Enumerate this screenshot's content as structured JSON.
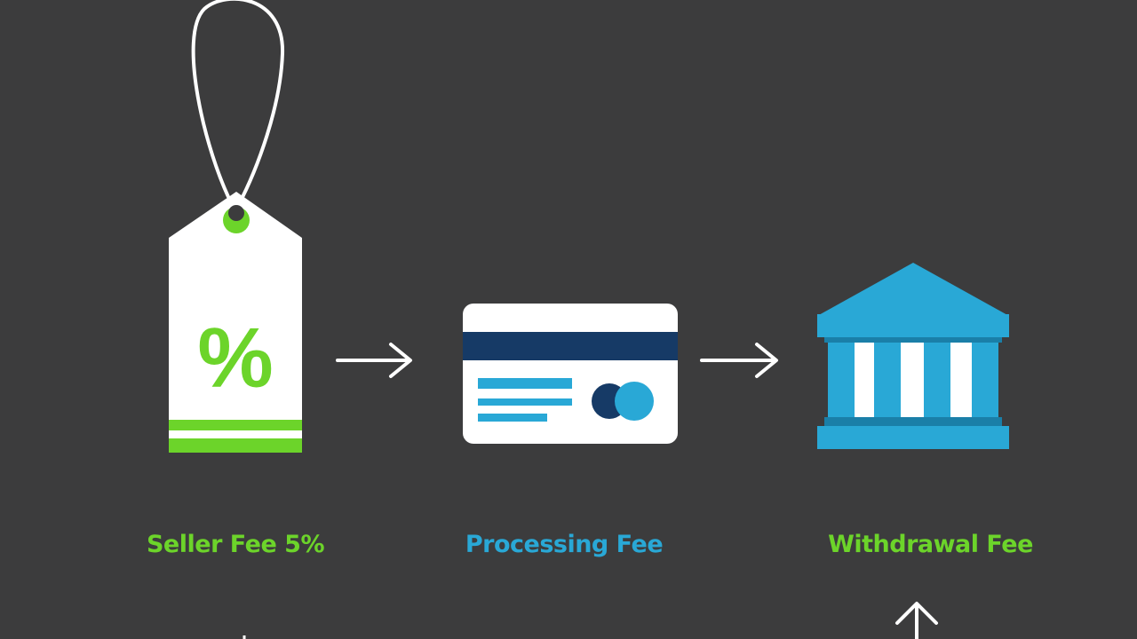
{
  "colors": {
    "background": "#3c3c3d",
    "green": "#6cd42a",
    "blue": "#29a8d6",
    "navy": "#163a66",
    "white": "#ffffff"
  },
  "steps": [
    {
      "label": "Seller Fee 5%",
      "icon": "price-tag-percent-icon",
      "color": "#6cd42a"
    },
    {
      "label": "Processing Fee",
      "icon": "credit-card-icon",
      "color": "#29a8d6"
    },
    {
      "label": "Withdrawal Fee",
      "icon": "bank-building-icon",
      "color": "#6cd42a"
    }
  ],
  "tag_symbol": "%"
}
